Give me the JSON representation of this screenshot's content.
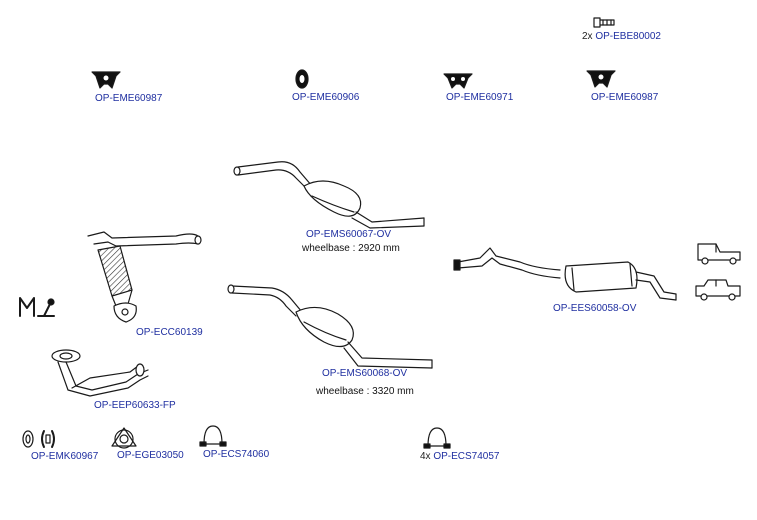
{
  "colors": {
    "link": "#1f2fa0",
    "text": "#111111",
    "outline": "#1a1a1a"
  },
  "parts": [
    {
      "id": "bolt",
      "qty": "2x",
      "code": "OP-EBE80002",
      "icon": "bolt-icon"
    },
    {
      "id": "hanger-1",
      "code": "OP-EME60987",
      "icon": "rubber-hanger-icon"
    },
    {
      "id": "hanger-2",
      "code": "OP-EME60906",
      "icon": "rubber-ring-icon"
    },
    {
      "id": "hanger-3",
      "code": "OP-EME60971",
      "icon": "rubber-hanger-icon"
    },
    {
      "id": "hanger-4",
      "code": "OP-EME60987",
      "icon": "rubber-hanger-icon"
    },
    {
      "id": "middle-1",
      "code": "OP-EMS60067-OV",
      "icon": "middle-silencer-icon"
    },
    {
      "id": "middle-2",
      "code": "OP-EMS60068-OV",
      "icon": "middle-silencer-icon"
    },
    {
      "id": "catalyst",
      "code": "OP-ECC60139",
      "icon": "catalytic-converter-icon"
    },
    {
      "id": "front-pipe",
      "code": "OP-EEP60633-FP",
      "icon": "front-pipe-icon"
    },
    {
      "id": "rear",
      "code": "OP-EES60058-OV",
      "icon": "rear-silencer-icon"
    },
    {
      "id": "mounting-kit",
      "code": "OP-EMK60967",
      "icon": "mounting-kit-icon"
    },
    {
      "id": "gasket",
      "code": "OP-EGE03050",
      "icon": "gasket-icon"
    },
    {
      "id": "clamp-1",
      "code": "OP-ECS74060",
      "icon": "clamp-icon"
    },
    {
      "id": "clamp-2",
      "qty": "4x",
      "code": "OP-ECS74057",
      "icon": "clamp-icon"
    }
  ],
  "notes": {
    "wheelbase_1": "wheelbase : 2920 mm",
    "wheelbase_2": "wheelbase : 3320 mm"
  },
  "icons": {
    "manual_gearbox": "manual-gearbox-icon",
    "pickup_truck": "pickup-truck-icon",
    "crew_cab_pickup": "crew-cab-pickup-icon"
  }
}
